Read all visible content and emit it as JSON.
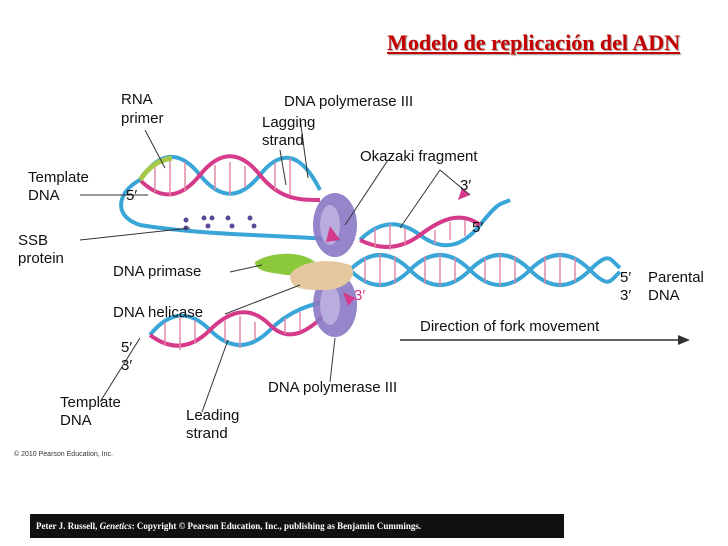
{
  "title": "Modelo de replicación del  ADN",
  "labels": {
    "rna_primer_1": "RNA",
    "rna_primer_2": "primer",
    "pol3_top": "DNA polymerase III",
    "lagging_1": "Lagging",
    "lagging_2": "strand",
    "okazaki": "Okazaki fragment",
    "template_top_1": "Template",
    "template_top_2": "DNA",
    "five_prime_a": "5′",
    "three_prime_a": "3′",
    "five_prime_b": "5′",
    "ssb_1": "SSB",
    "ssb_2": "protein",
    "primase": "DNA primase",
    "helicase": "DNA helicase",
    "three_prime_c": "3′",
    "parental_5": "5′",
    "parental_3": "3′",
    "parental_1": "Parental",
    "parental_2": "DNA",
    "direction": "Direction of fork movement",
    "five_prime_d": "5′",
    "three_prime_d": "3′",
    "template_bot_1": "Template",
    "template_bot_2": "DNA",
    "leading_1": "Leading",
    "leading_2": "strand",
    "pol3_bottom": "DNA polymerase III",
    "copyright_small": "© 2010 Pearson Education, Inc."
  },
  "footer": {
    "author": "Peter J. Russell, ",
    "book": "Genetics",
    "rest": ": Copyright © Pearson Education, Inc., publishing as Benjamin Cummings."
  },
  "colors": {
    "title": "#c40000",
    "strand_blue": "#3aa6d8",
    "strand_pink": "#d63a8a",
    "primer_green": "#a6c84a",
    "polymerase_purple": "#8a78c4",
    "primase_green": "#8cc83c",
    "helicase_tan": "#e6c8a0"
  }
}
